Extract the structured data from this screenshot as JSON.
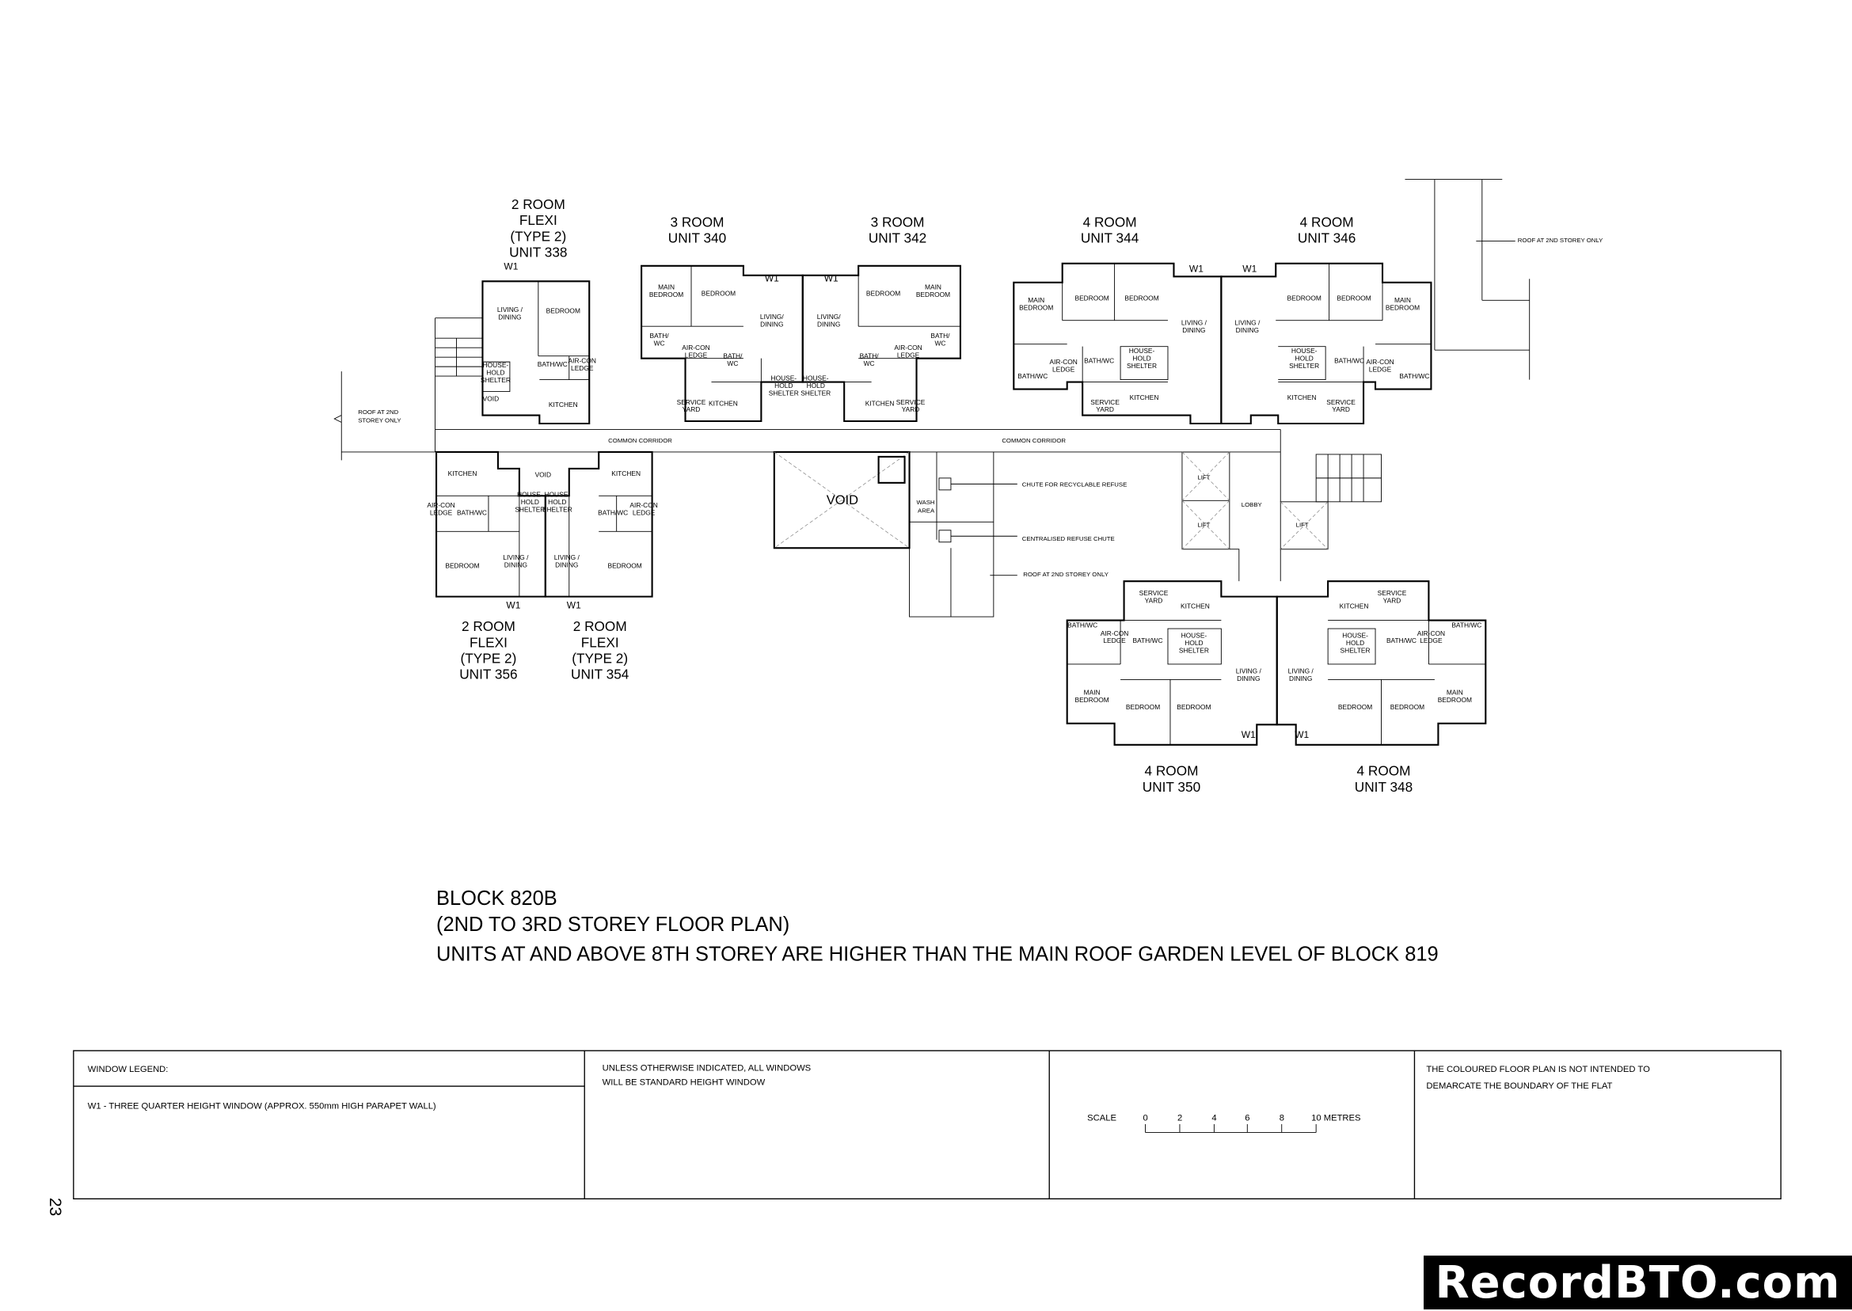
{
  "colors": {
    "two_room_flexi": "#F29C9A",
    "three_room": "#F9C49C",
    "four_room": "#FBF37D"
  },
  "units": [
    {
      "title": [
        "2 ROOM",
        "FLEXI",
        "(TYPE 2)",
        "UNIT 338"
      ],
      "window": "W1",
      "rooms": [
        "LIVING / DINING",
        "BEDROOM",
        "BATH/WC",
        "HOUSE-HOLD SHELTER",
        "AIR-CON LEDGE",
        "KITCHEN",
        "VOID"
      ]
    },
    {
      "title": [
        "3 ROOM",
        "UNIT 340"
      ],
      "window": "W1",
      "rooms": [
        "MAIN BEDROOM",
        "BEDROOM",
        "LIVING/ DINING",
        "BATH/ WC",
        "AIR-CON LEDGE",
        "BATH/ WC",
        "SERVICE YARD",
        "KITCHEN",
        "HOUSE-HOLD SHELTER"
      ]
    },
    {
      "title": [
        "3 ROOM",
        "UNIT 342"
      ],
      "window": "W1",
      "rooms": [
        "BEDROOM",
        "MAIN BEDROOM",
        "LIVING/ DINING",
        "BATH/ WC",
        "AIR-CON LEDGE",
        "BATH/ WC",
        "KITCHEN",
        "SERVICE YARD",
        "HOUSE-HOLD SHELTER"
      ]
    },
    {
      "title": [
        "4 ROOM",
        "UNIT 344"
      ],
      "window": "W1",
      "rooms": [
        "MAIN BEDROOM",
        "BEDROOM",
        "BEDROOM",
        "LIVING / DINING",
        "BATH/WC",
        "HOUSE-HOLD SHELTER",
        "AIR-CON LEDGE",
        "BATH/WC",
        "SERVICE YARD",
        "KITCHEN"
      ]
    },
    {
      "title": [
        "4 ROOM",
        "UNIT 346"
      ],
      "window": "W1",
      "rooms": [
        "BEDROOM",
        "BEDROOM",
        "MAIN BEDROOM",
        "LIVING / DINING",
        "HOUSE-HOLD SHELTER",
        "BATH/WC",
        "AIR-CON LEDGE",
        "BATH/WC",
        "KITCHEN",
        "SERVICE YARD"
      ]
    },
    {
      "title": [
        "2 ROOM",
        "FLEXI",
        "(TYPE 2)",
        "UNIT 356"
      ],
      "window": "W1",
      "rooms": [
        "KITCHEN",
        "AIR-CON LEDGE",
        "BATH/WC",
        "HOUSE-HOLD SHELTER",
        "BEDROOM",
        "LIVING / DINING",
        "VOID"
      ]
    },
    {
      "title": [
        "2 ROOM",
        "FLEXI",
        "(TYPE 2)",
        "UNIT 354"
      ],
      "window": "W1",
      "rooms": [
        "KITCHEN",
        "BATH/WC",
        "AIR-CON LEDGE",
        "HOUSE-HOLD SHELTER",
        "LIVING / DINING",
        "BEDROOM"
      ]
    },
    {
      "title": [
        "4 ROOM",
        "UNIT 350"
      ],
      "window": "W1",
      "rooms": [
        "SERVICE YARD",
        "KITCHEN",
        "BATH/WC",
        "AIR-CON LEDGE",
        "BATH/WC",
        "HOUSE-HOLD SHELTER",
        "LIVING / DINING",
        "MAIN BEDROOM",
        "BEDROOM",
        "BEDROOM"
      ]
    },
    {
      "title": [
        "4 ROOM",
        "UNIT 348"
      ],
      "window": "W1",
      "rooms": [
        "KITCHEN",
        "SERVICE YARD",
        "HOUSE-HOLD SHELTER",
        "BATH/WC",
        "AIR-CON LEDGE",
        "BATH/WC",
        "LIVING / DINING",
        "BEDROOM",
        "BEDROOM",
        "MAIN BEDROOM"
      ]
    }
  ],
  "common": {
    "corridor_left": "COMMON CORRIDOR",
    "corridor_right": "COMMON CORRIDOR",
    "void": "VOID",
    "wash_area": [
      "WASH",
      "AREA"
    ],
    "chute_recyclable": "CHUTE FOR RECYCLABLE REFUSE",
    "chute_centralised": "CENTRALISED REFUSE CHUTE",
    "roof_mid": "ROOF AT 2ND STOREY ONLY",
    "roof_left": [
      "ROOF AT 2ND",
      "STOREY ONLY"
    ],
    "roof_right": "ROOF AT 2ND STOREY ONLY",
    "lift": "LIFT",
    "lobby": "LOBBY"
  },
  "caption": {
    "block": "BLOCK 820B",
    "storey": "(2ND TO 3RD STOREY FLOOR PLAN)",
    "note": "UNITS AT AND ABOVE 8TH STOREY ARE HIGHER THAN THE MAIN ROOF GARDEN LEVEL OF BLOCK 819"
  },
  "legend": {
    "window_legend_title": "WINDOW LEGEND:",
    "w1": "W1 - THREE QUARTER HEIGHT WINDOW (APPROX. 550mm HIGH PARAPET WALL)",
    "standard_windows": [
      "UNLESS OTHERWISE INDICATED, ALL WINDOWS",
      "WILL BE STANDARD HEIGHT WINDOW"
    ],
    "scale_label": "SCALE",
    "scale_ticks": [
      "0",
      "2",
      "4",
      "6",
      "8",
      "10 METRES"
    ],
    "disclaimer": [
      "THE COLOURED FLOOR PLAN IS NOT INTENDED TO",
      "DEMARCATE THE BOUNDARY OF THE FLAT"
    ]
  },
  "page_number": "23",
  "watermark": "RecordBTO.com"
}
